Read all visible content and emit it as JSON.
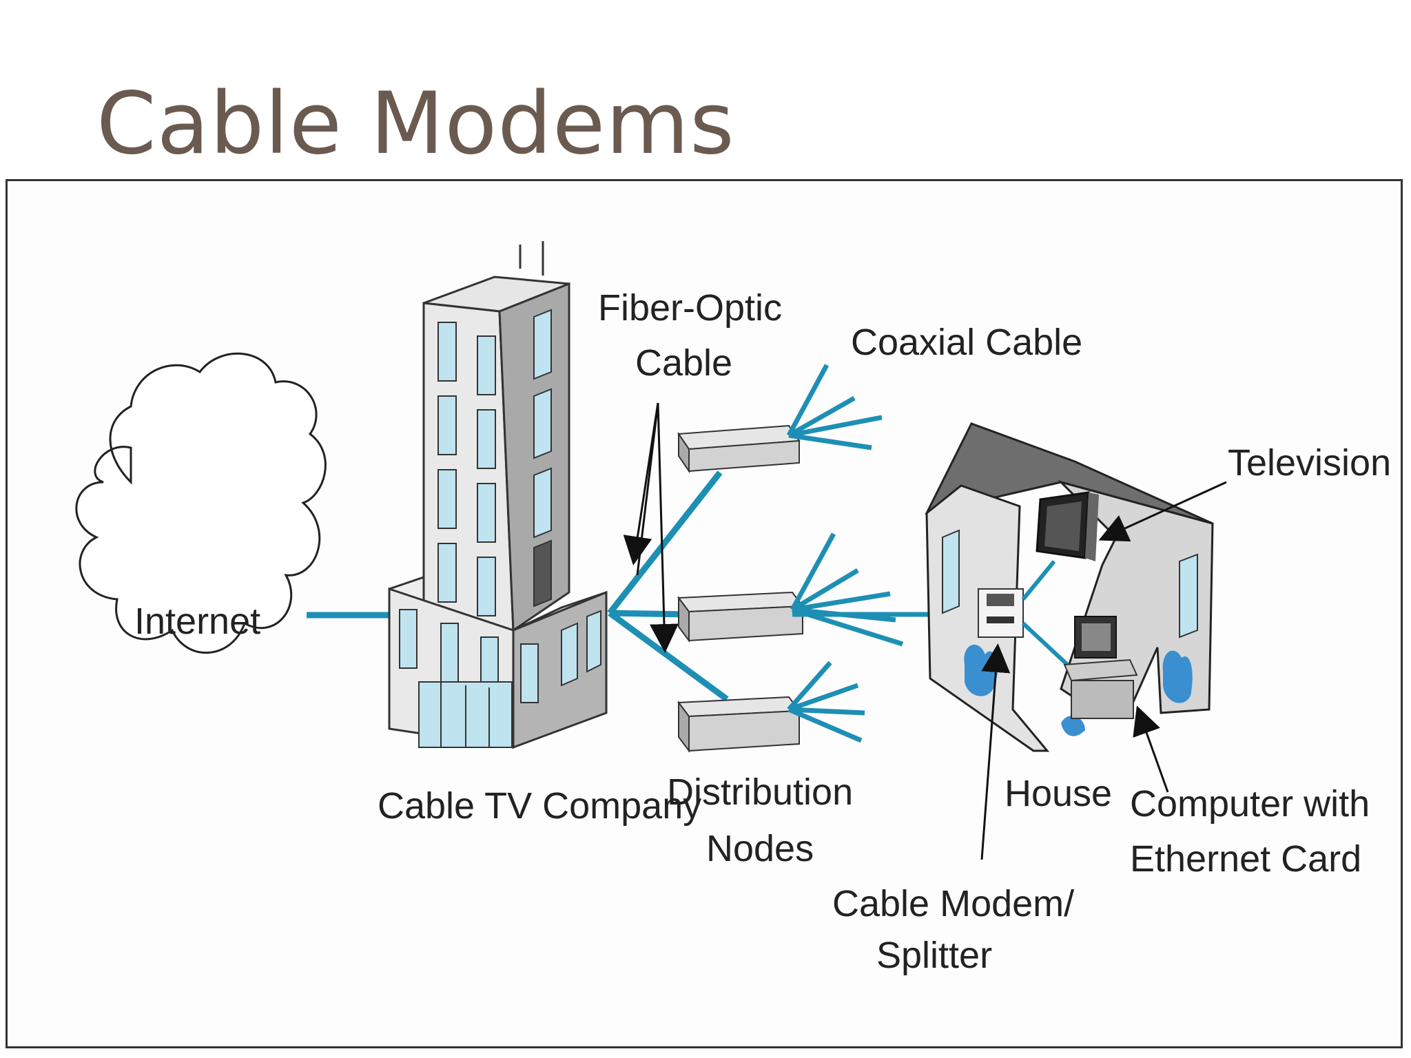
{
  "slide": {
    "title": "Cable Modems"
  },
  "diagram": {
    "labels": {
      "internet": "Internet",
      "cable_tv_company": "Cable TV Company",
      "fiber_optic_line1": "Fiber-Optic",
      "fiber_optic_line2": "Cable",
      "coaxial_cable": "Coaxial Cable",
      "distribution_nodes_line1": "Distribution",
      "distribution_nodes_line2": "Nodes",
      "television": "Television",
      "house": "House",
      "computer_line1": "Computer with",
      "computer_line2": "Ethernet Card",
      "modem_line1": "Cable Modem/",
      "modem_line2": "Splitter"
    },
    "colors": {
      "cable": "#1e8fb4",
      "title": "#6b5a50",
      "building_fill": "#dcdcdc",
      "window_fill": "#bfe3ef"
    }
  }
}
